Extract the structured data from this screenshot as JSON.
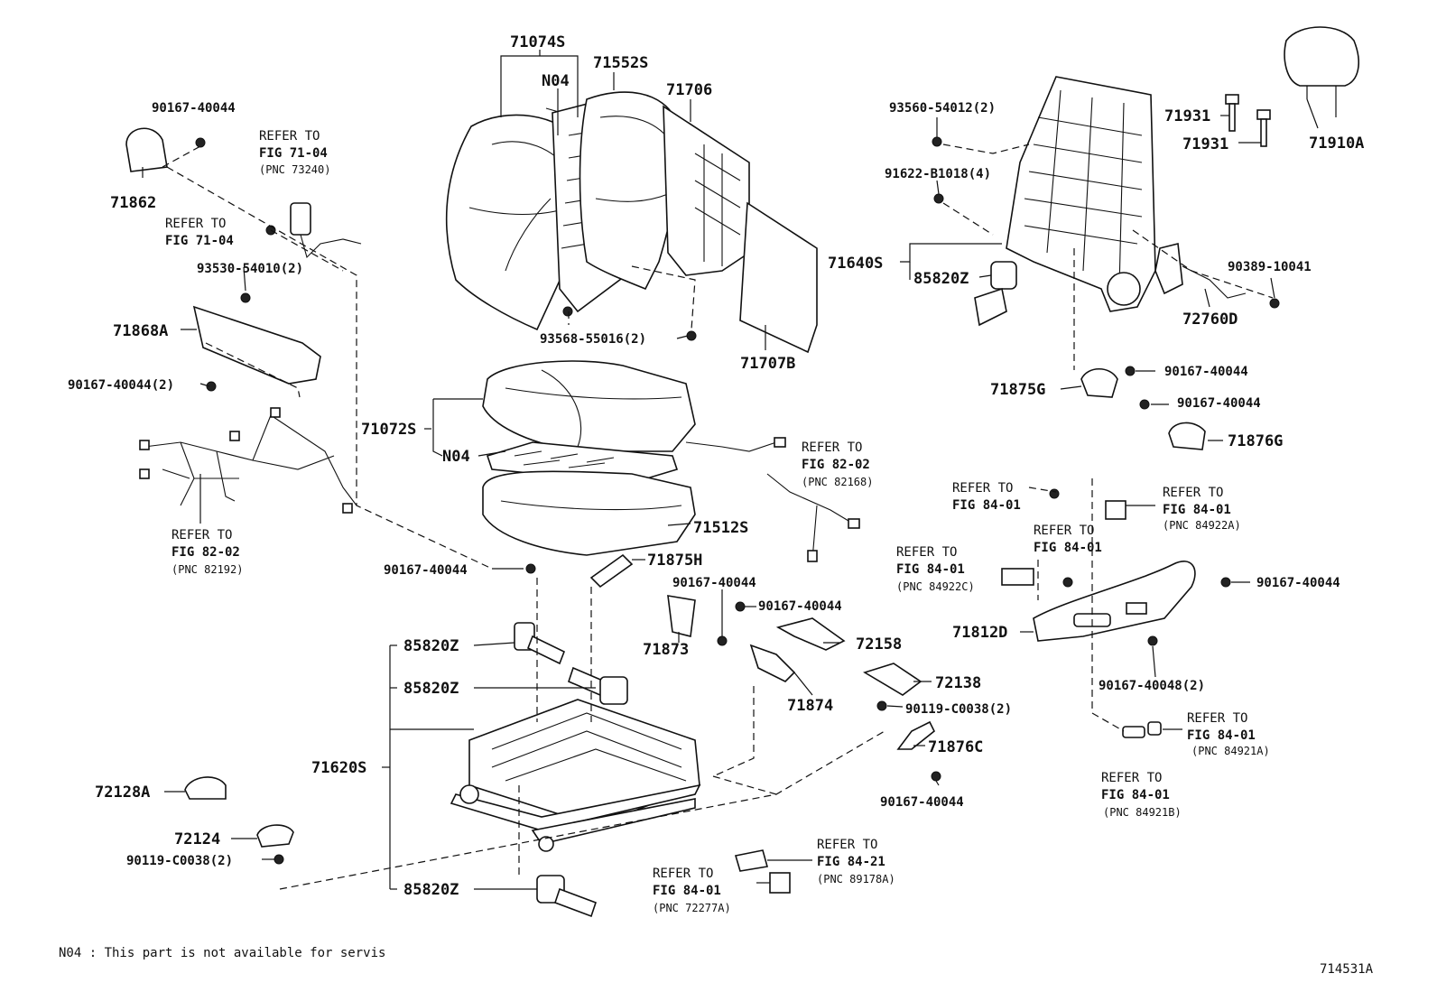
{
  "diagram_id": "714531A",
  "footnote": "N04 : This part is not available for servis",
  "labels": {
    "p71074S": "71074S",
    "pN04a": "N04",
    "p71552S": "71552S",
    "p71706": "71706",
    "p93568": "93568-55016(2)",
    "p71707B": "71707B",
    "p71072S": "71072S",
    "pN04b": "N04",
    "p71512S": "71512S",
    "p90167_l1": "90167-40044",
    "p71862": "71862",
    "ref7104a_1": "REFER TO",
    "ref7104a_2": "FIG 71-04",
    "ref7104a_3": "(PNC 73240)",
    "ref7104b_1": "REFER TO",
    "ref7104b_2": "FIG 71-04",
    "p93530": "93530-54010(2)",
    "p71868A": "71868A",
    "p90167_l2": "90167-40044(2)",
    "ref8202a_1": "REFER TO",
    "ref8202a_2": "FIG 82-02",
    "ref8202a_3": "(PNC 82192)",
    "ref8202b_1": "REFER TO",
    "ref8202b_2": "FIG 82-02",
    "ref8202b_3": "(PNC 82168)",
    "p90167_c1": "90167-40044",
    "p71875H": "71875H",
    "p90167_c2": "90167-40044",
    "p90167_c3": "90167-40044",
    "p71873": "71873",
    "p72158": "72158",
    "p71874": "71874",
    "p72138": "72138",
    "p90119_c": "90119-C0038(2)",
    "p71876C": "71876C",
    "p90167_c4": "90167-40044",
    "p85820Z_1": "85820Z",
    "p85820Z_2": "85820Z",
    "p71620S": "71620S",
    "p85820Z_3": "85820Z",
    "p72128A": "72128A",
    "p72124": "72124",
    "p90119_l": "90119-C0038(2)",
    "ref8401c_1": "REFER TO",
    "ref8401c_2": "FIG 84-01",
    "ref8401c_3": "(PNC 72277A)",
    "ref8421_1": "REFER TO",
    "ref8421_2": "FIG 84-21",
    "ref8421_3": "(PNC 89178A)",
    "p93560": "93560-54012(2)",
    "p91622": "91622-B1018(4)",
    "p71640S": "71640S",
    "p85820Z_r": "85820Z",
    "p71931a": "71931",
    "p71931b": "71931",
    "p71910A": "71910A",
    "p90389": "90389-10041",
    "p72760D": "72760D",
    "p90167_r1": "90167-40044",
    "p71875G": "71875G",
    "p90167_r2": "90167-40044",
    "p71876G": "71876G",
    "ref8401d_1": "REFER TO",
    "ref8401d_2": "FIG 84-01",
    "ref8401e_1": "REFER TO",
    "ref8401e_2": "FIG 84-01",
    "ref8401e_3": "(PNC 84922A)",
    "ref8401f_1": "REFER TO",
    "ref8401f_2": "FIG 84-01",
    "ref8401g_1": "REFER TO",
    "ref8401g_2": "FIG 84-01",
    "ref8401g_3": "(PNC 84922C)",
    "p90167_r3": "90167-40044",
    "p71812D": "71812D",
    "p90167_48": "90167-40048(2)",
    "ref8401h_1": "REFER TO",
    "ref8401h_2": "FIG 84-01",
    "ref8401h_3": "(PNC 84921A)",
    "ref8401i_1": "REFER TO",
    "ref8401i_2": "FIG 84-01",
    "ref8401i_3": "(PNC 84921B)"
  }
}
